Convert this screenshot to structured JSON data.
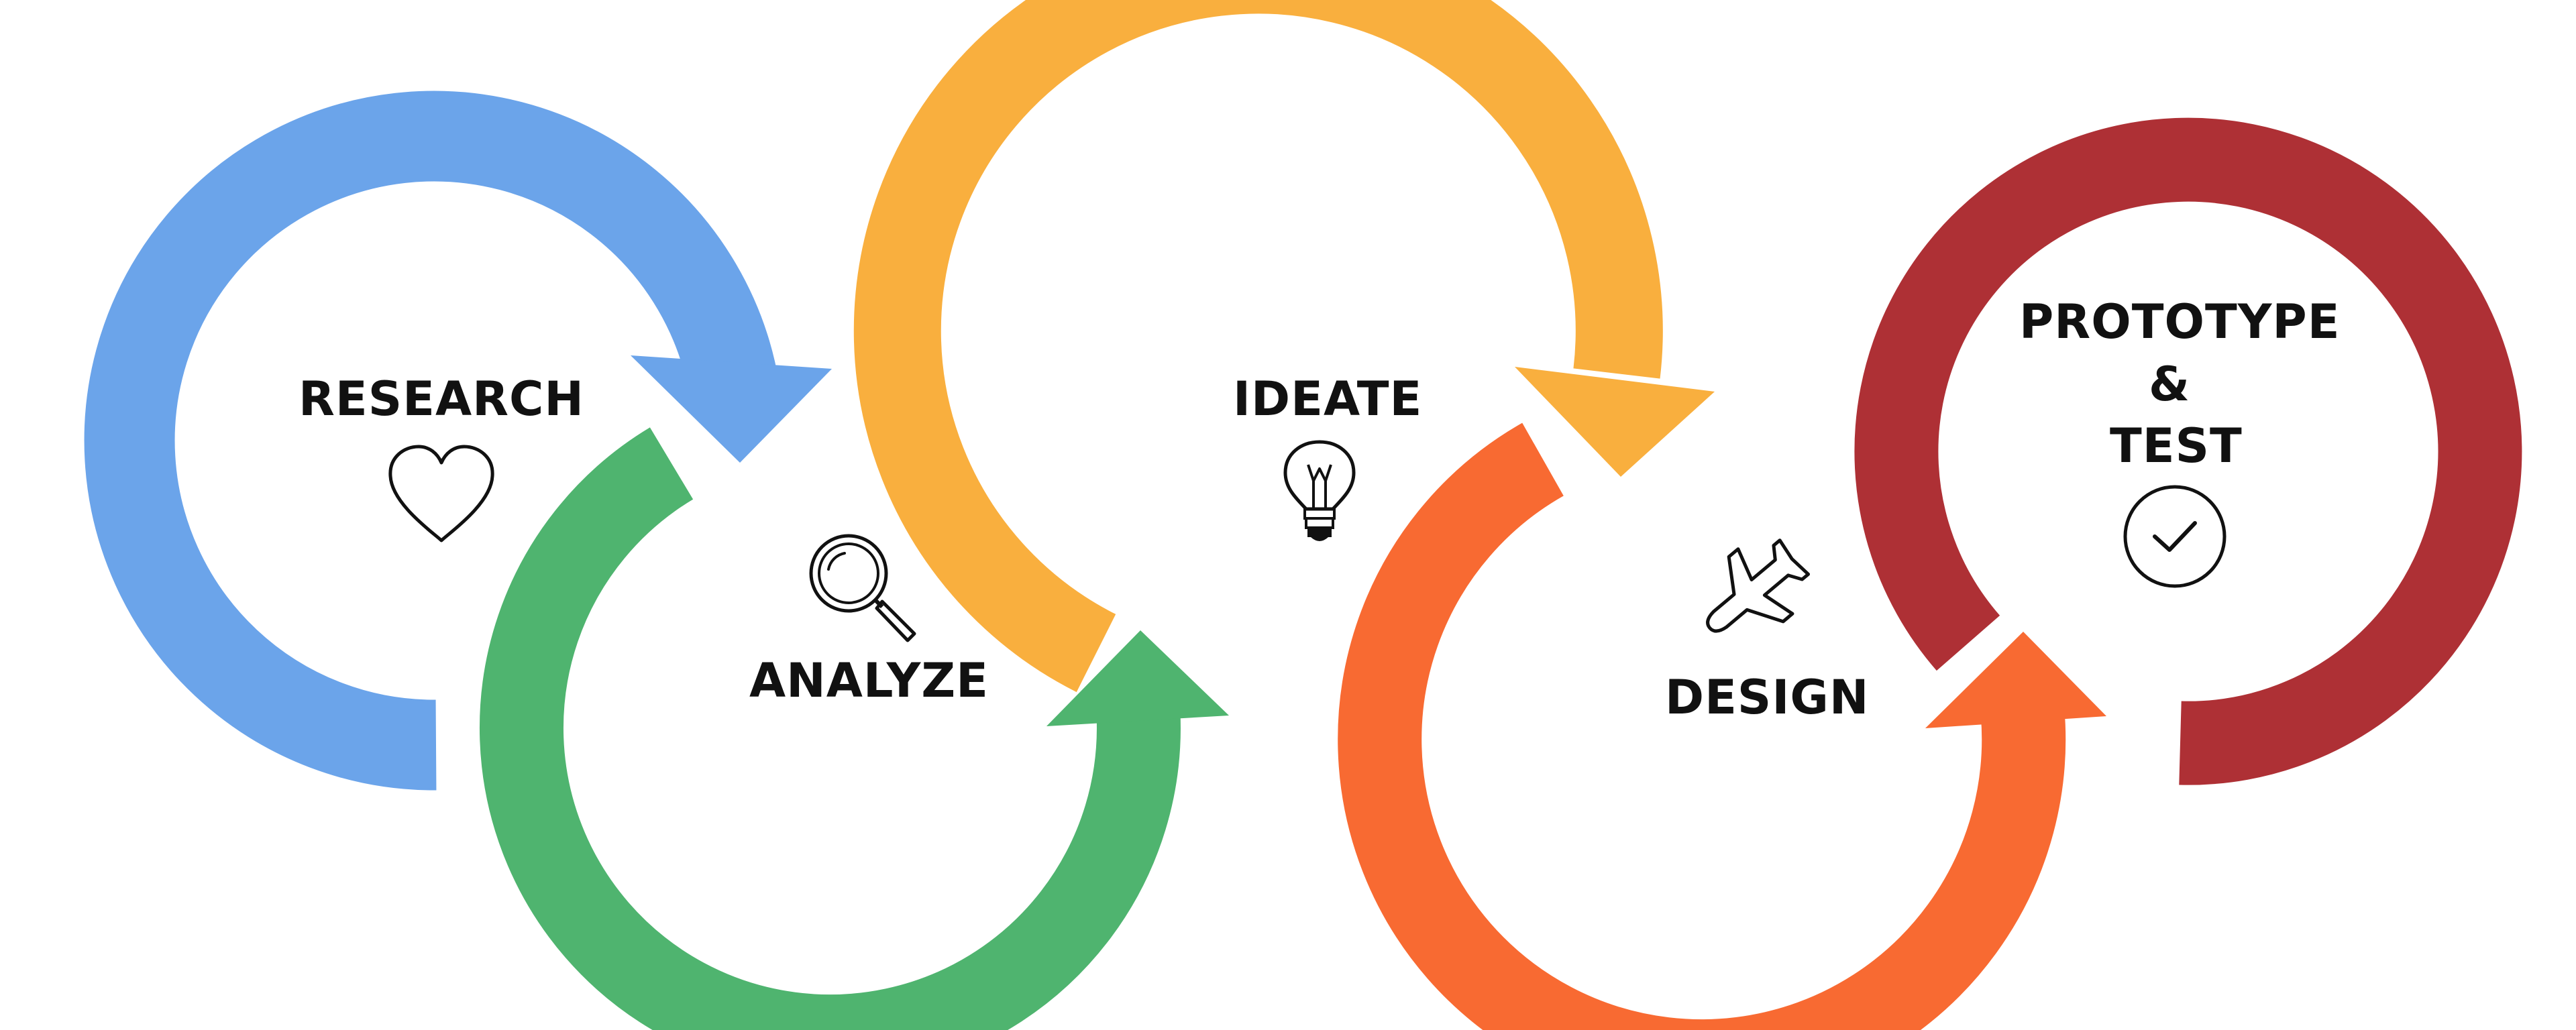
{
  "colors": {
    "research": "#6BA4EA",
    "analyze": "#4FB46F",
    "ideate": "#F9AF3E",
    "design": "#F86A32",
    "prototype_test": "#AE3035",
    "text": "#111111"
  },
  "stages": {
    "research": {
      "label": "RESEARCH",
      "icon": "heart-icon"
    },
    "analyze": {
      "label": "ANALYZE",
      "icon": "magnifier-icon"
    },
    "ideate": {
      "label": "IDEATE",
      "icon": "lightbulb-icon"
    },
    "design": {
      "label": "DESIGN",
      "icon": "airplane-icon"
    },
    "prototype_test": {
      "label_line1": "PROTOTYPE",
      "label_line2": "&",
      "label_line3": "TEST",
      "icon": "checkmark-circle-icon"
    }
  }
}
